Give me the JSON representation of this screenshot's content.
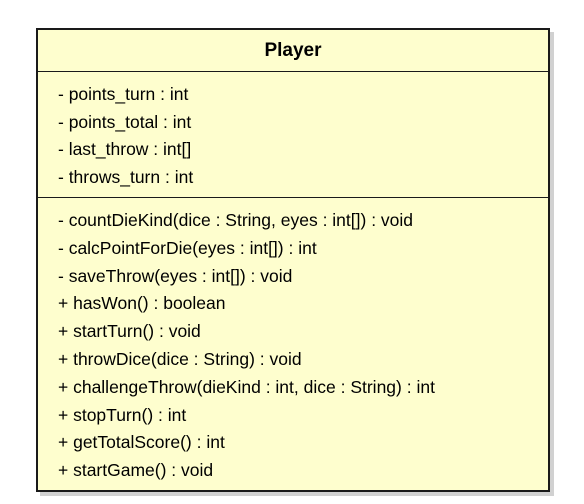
{
  "class": {
    "name": "Player",
    "attributes": [
      "- points_turn : int",
      "- points_total : int",
      "- last_throw : int[]",
      "- throws_turn : int"
    ],
    "operations": [
      "- countDieKind(dice : String, eyes : int[]) : void",
      "- calcPointForDie(eyes : int[]) : int",
      "- saveThrow(eyes : int[]) : void",
      "+ hasWon() : boolean",
      "+ startTurn() : void",
      "+ throwDice(dice : String) : void",
      "+ challengeThrow(dieKind : int, dice : String) : int",
      "+ stopTurn() : int",
      "+ getTotalScore() : int",
      "+ startGame() : void"
    ]
  },
  "colors": {
    "fill": "#fefece",
    "border": "#1a1a1a",
    "text": "#000000"
  }
}
